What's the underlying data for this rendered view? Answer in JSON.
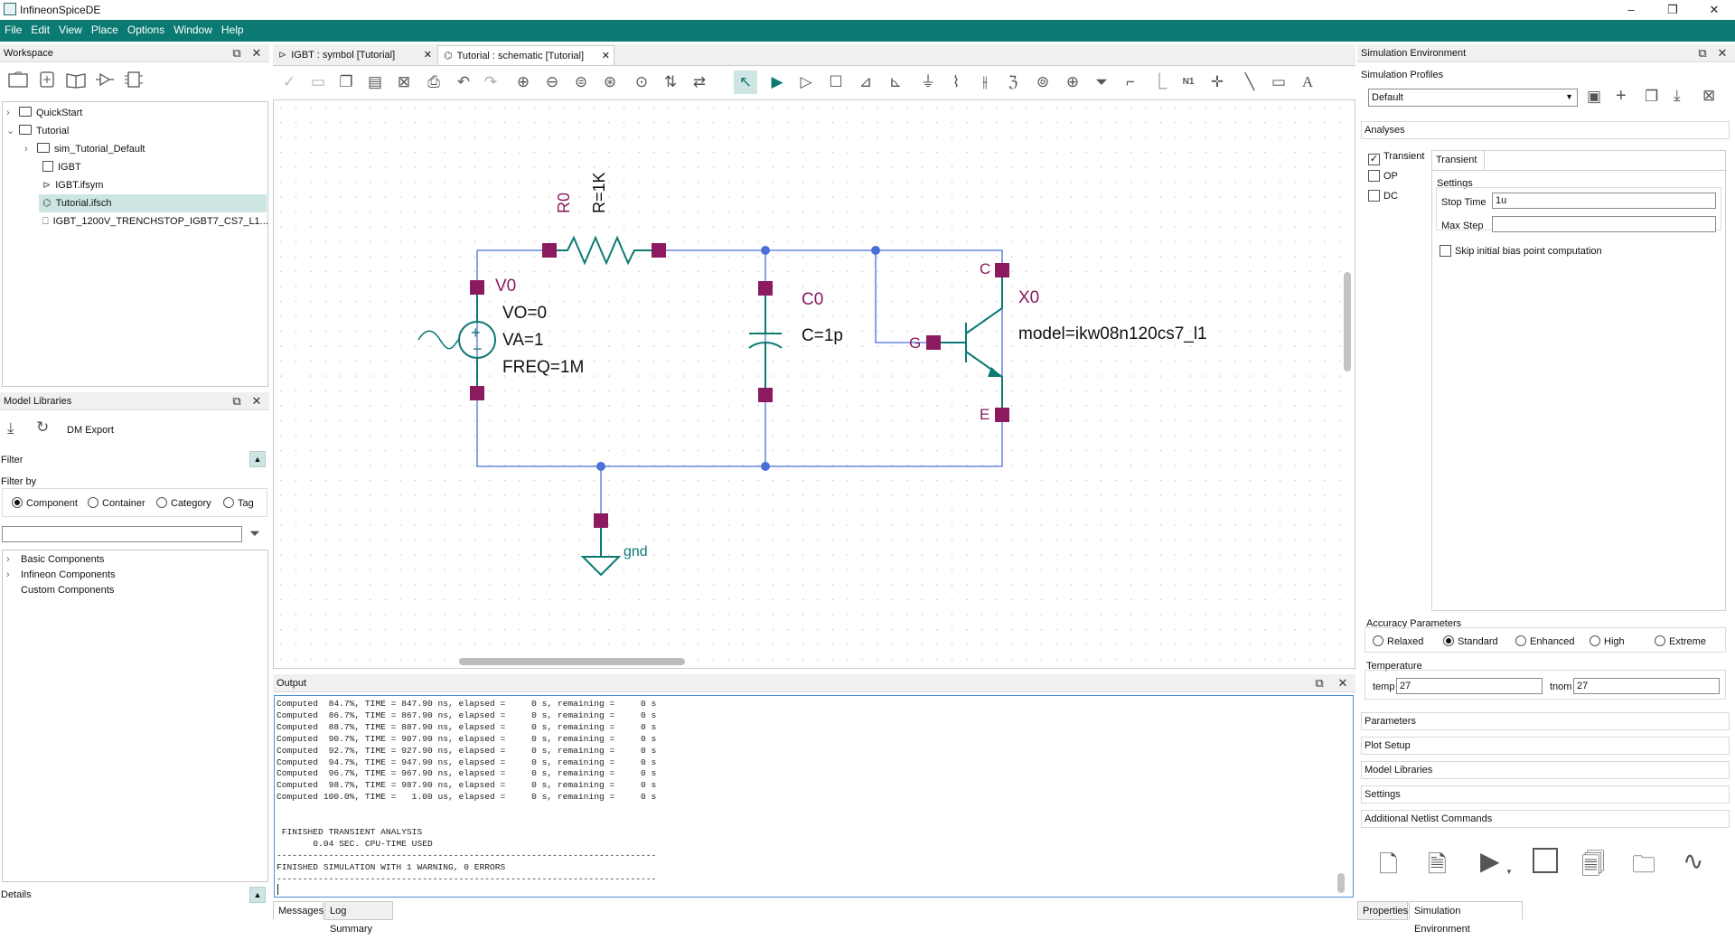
{
  "window": {
    "title": "InfineonSpiceDE",
    "minimize": "–",
    "maximize": "❐",
    "close": "✕"
  },
  "menu": [
    "File",
    "Edit",
    "View",
    "Place",
    "Options",
    "Window",
    "Help"
  ],
  "workspace": {
    "title": "Workspace",
    "tree": [
      {
        "label": "QuickStart",
        "icon": "folder-icon"
      },
      {
        "label": "Tutorial",
        "icon": "folder-icon"
      },
      {
        "label": "sim_Tutorial_Default",
        "icon": "folder-icon"
      },
      {
        "label": "IGBT",
        "icon": "component-icon"
      },
      {
        "label": "IGBT.ifsym",
        "icon": "symbol-icon"
      },
      {
        "label": "Tutorial.ifsch",
        "icon": "schematic-icon"
      },
      {
        "label": "IGBT_1200V_TRENCHSTOP_IGBT7_CS7_L1...",
        "icon": "library-book-icon"
      }
    ]
  },
  "model_libraries": {
    "title": "Model Libraries",
    "export_label": "DM Export",
    "filter_label": "Filter",
    "filter_by_label": "Filter by",
    "filter_options": [
      "Component",
      "Container",
      "Category",
      "Tag"
    ],
    "selected_filter": "Component",
    "search_value": "",
    "tree": [
      "Basic Components",
      "Infineon Components",
      "Custom Components"
    ],
    "details_label": "Details"
  },
  "tabs": [
    {
      "label": "IGBT : symbol [Tutorial]",
      "active": false
    },
    {
      "label": "Tutorial : schematic [Tutorial]",
      "active": true
    }
  ],
  "schematic": {
    "resistor": {
      "name": "R0",
      "value": "R=1K"
    },
    "source": {
      "name": "V0",
      "params": [
        "VO=0",
        "VA=1",
        "FREQ=1M"
      ]
    },
    "capacitor": {
      "name": "C0",
      "value": "C=1p"
    },
    "igbt": {
      "name": "X0",
      "model": "model=ikw08n120cs7_l1",
      "pin_c": "C",
      "pin_g": "G",
      "pin_e": "E"
    },
    "ground": {
      "label": "gnd"
    },
    "wire_color": "#4a6fd8",
    "pin_color": "#8b1a5e",
    "body_color": "#0b7a73"
  },
  "output": {
    "title": "Output",
    "lines": [
      "Computed  84.7%, TIME = 847.90 ns, elapsed =     0 s, remaining =     0 s",
      "Computed  86.7%, TIME = 867.90 ns, elapsed =     0 s, remaining =     0 s",
      "Computed  88.7%, TIME = 887.90 ns, elapsed =     0 s, remaining =     0 s",
      "Computed  90.7%, TIME = 907.90 ns, elapsed =     0 s, remaining =     0 s",
      "Computed  92.7%, TIME = 927.90 ns, elapsed =     0 s, remaining =     0 s",
      "Computed  94.7%, TIME = 947.90 ns, elapsed =     0 s, remaining =     0 s",
      "Computed  96.7%, TIME = 967.90 ns, elapsed =     0 s, remaining =     0 s",
      "Computed  98.7%, TIME = 987.90 ns, elapsed =     0 s, remaining =     0 s",
      "Computed 100.0%, TIME =   1.00 us, elapsed =     0 s, remaining =     0 s",
      "",
      "",
      " FINISHED TRANSIENT ANALYSIS",
      "       0.04 SEC. CPU-TIME USED",
      "-------------------------------------------------------------------------",
      "FINISHED SIMULATION WITH 1 WARNING, 0 ERRORS",
      "-------------------------------------------------------------------------"
    ],
    "bottom_tabs": [
      "Messages",
      "Log Summary"
    ]
  },
  "simulation": {
    "title": "Simulation Environment",
    "profiles_label": "Simulation Profiles",
    "profile_value": "Default",
    "analyses_label": "Analyses",
    "analyses": [
      {
        "label": "Transient",
        "checked": true
      },
      {
        "label": "OP",
        "checked": false
      },
      {
        "label": "DC",
        "checked": false
      }
    ],
    "transient_tab": "Transient",
    "settings_label": "Settings",
    "stop_time_label": "Stop Time",
    "stop_time_value": "1u",
    "max_step_label": "Max Step",
    "max_step_value": "",
    "skip_label": "Skip initial bias point computation",
    "accuracy_label": "Accuracy Parameters",
    "accuracy_options": [
      "Relaxed",
      "Standard",
      "Enhanced",
      "High",
      "Extreme"
    ],
    "accuracy_selected": "Standard",
    "temperature_label": "Temperature",
    "temp_label": "temp",
    "temp_value": "27",
    "tnom_label": "tnom",
    "tnom_value": "27",
    "sections": [
      "Parameters",
      "Plot Setup",
      "Model Libraries",
      "Settings",
      "Additional Netlist Commands"
    ],
    "bottom_tabs": [
      "Properties",
      "Simulation Environment"
    ]
  }
}
